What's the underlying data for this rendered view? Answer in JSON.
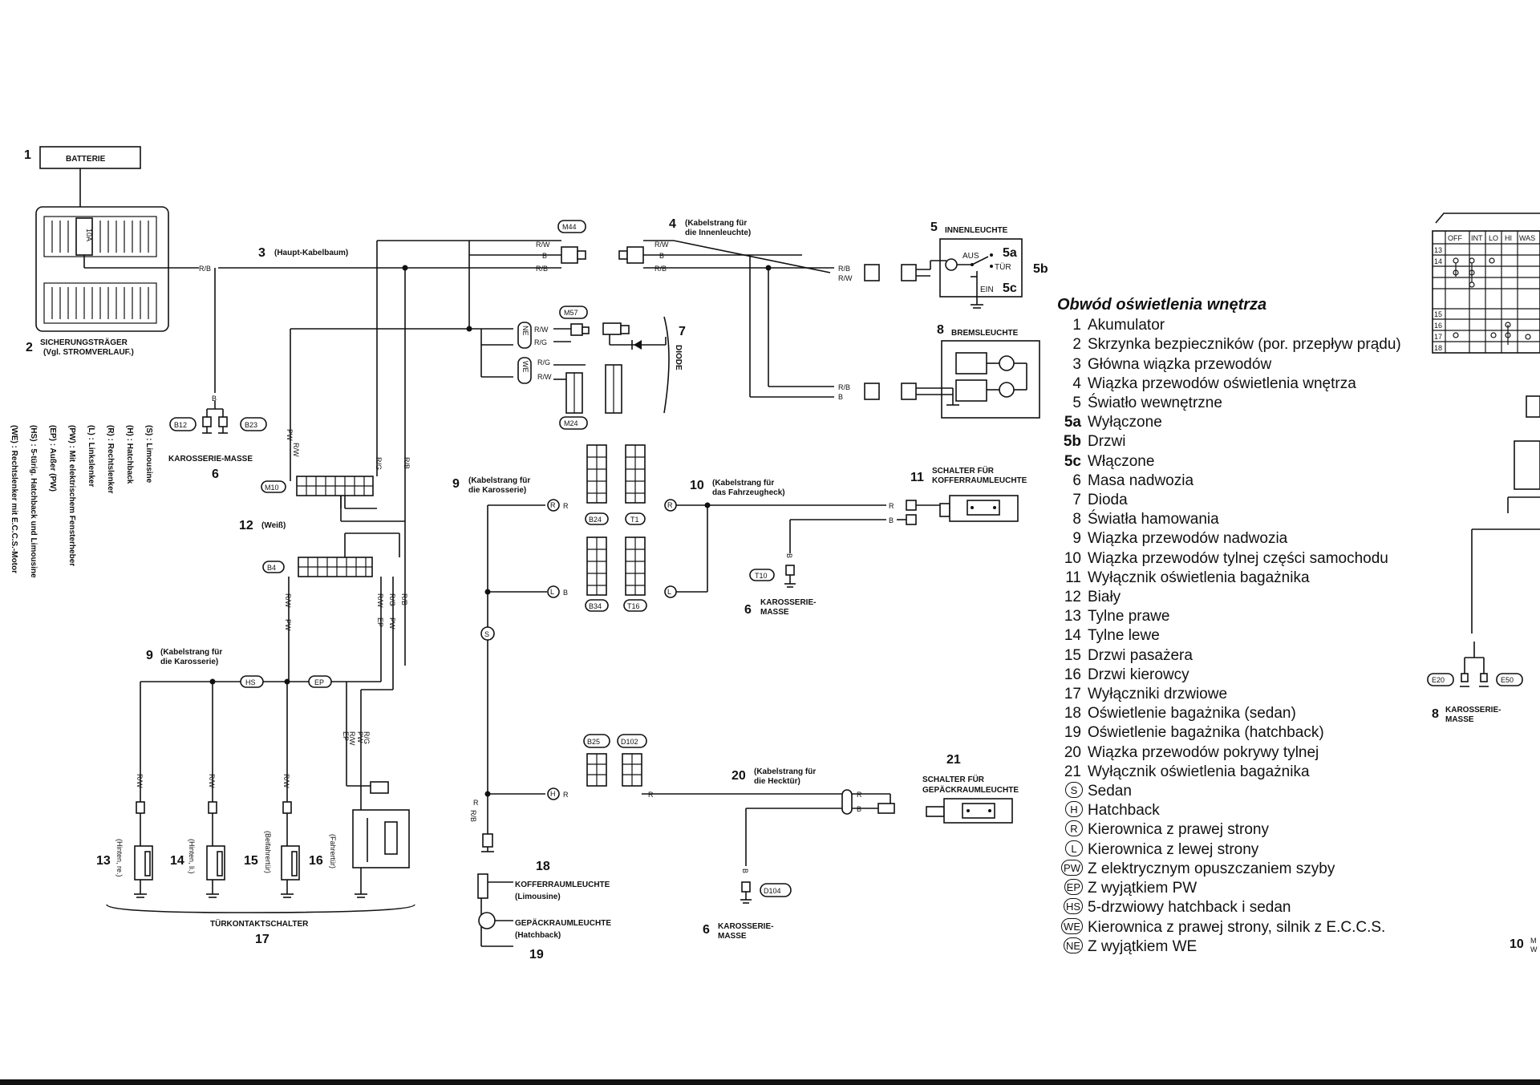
{
  "components": {
    "n1": "1",
    "battery": "BATTERIE",
    "n2": "2",
    "fuse_box_1": "SICHERUNGSTRÄGER",
    "fuse_box_2": "(Vgl. STROMVERLAUF.)",
    "fuse": "10A",
    "n3": "3",
    "main_harness": "(Haupt-Kabelbaum)",
    "n4": "4",
    "interior_harness_1": "(Kabelstrang für",
    "interior_harness_2": "die Innenleuchte)",
    "n5": "5",
    "interior_light": "INNENLEUCHTE",
    "n5a": "5a",
    "n5b": "5b",
    "n5c": "5c",
    "aus": "AUS",
    "tur": "TÜR",
    "ein": "EIN",
    "n6": "6",
    "body_ground": "KAROSSERIE-MASSE",
    "body_ground_1": "KAROSSERIE-",
    "body_ground_2": "MASSE",
    "n7": "7",
    "diode": "DIODE",
    "n8": "8",
    "brake_light": "BREMSLEUCHTE",
    "n9": "9",
    "body_harness_1": "(Kabelstrang für",
    "body_harness_2": "die Karosserie)",
    "n10": "10",
    "rear_harness_1": "(Kabelstrang für",
    "rear_harness_2": "das Fahrzeugheck)",
    "n11": "11",
    "trunk_switch_1": "SCHALTER FÜR",
    "trunk_switch_2": "KOFFERRAUMLEUCHTE",
    "n12": "12",
    "white": "(Weiß)",
    "n13": "13",
    "rear_right": "(Hinten, re.)",
    "n14": "14",
    "rear_left": "(Hinten, li.)",
    "n15": "15",
    "passenger_door": "(Beifahrertür)",
    "n16": "16",
    "driver_door": "(Fahrertür)",
    "n17": "17",
    "door_switch": "TÜRKONTAKTSCHALTER",
    "n18": "18",
    "trunk_light_1": "KOFFERRAUMLEUCHTE",
    "trunk_light_2": "(Limousine)",
    "n19": "19",
    "cargo_light_1": "GEPÄCKRAUMLEUCHTE",
    "cargo_light_2": "(Hatchback)",
    "n20": "20",
    "tailgate_harness_1": "(Kabelstrang für",
    "tailgate_harness_2": "die Hecktür)",
    "n21": "21",
    "cargo_switch_1": "SCHALTER FÜR",
    "cargo_switch_2": "GEPÄCKRAUMLEUCHTE"
  },
  "connectors": {
    "m44": "M44",
    "m57": "M57",
    "m24": "M24",
    "m10": "M10",
    "b4": "B4",
    "b12": "B12",
    "b23": "B23",
    "b24": "B24",
    "t1": "T1",
    "b34": "B34",
    "t16": "T16",
    "t10": "T10",
    "b25": "B25",
    "d102": "D102",
    "d104": "D104",
    "e20": "E20",
    "e50": "E50"
  },
  "wires": {
    "rb": "R/B",
    "rw": "R/W",
    "b": "B",
    "rg": "R/G",
    "r": "R",
    "rw_b": "R/B",
    "rb_w": "R/W",
    "pw": "PW",
    "ep": "EP",
    "hs": "HS",
    "ne": "NE",
    "we": "WE",
    "s": "S",
    "l": "L",
    "h": "H"
  },
  "sidebar": [
    "(S) : Limousine",
    "(H) : Hatchback",
    "(R) : Rechtslenker",
    "(L) : Linkslenker",
    "(PW) : Mit elektrischem Fensterheber",
    "(EP) : Außer (PW)",
    "(HS) : 5-türig. Hatchback und Limousine",
    "(WE) : Rechtslenker mit E.C.C.S.-Motor"
  ],
  "right_table": {
    "headers": [
      "OFF",
      "INT",
      "LO",
      "HI",
      "WAS"
    ],
    "rows": [
      "13",
      "14",
      "",
      "",
      "15",
      "16",
      "17",
      "18"
    ]
  },
  "right_partial": {
    "karosserie": "KAROSSERIE-",
    "masse": "MASSE",
    "n8": "8",
    "n10": "10",
    "m_frag": "M",
    "w_frag": "W"
  },
  "legend": {
    "title": "Obwód oświetlenia wnętrza",
    "items": [
      {
        "k": "1",
        "t": "Akumulator"
      },
      {
        "k": "2",
        "t": "Skrzynka bezpieczników (por. przepływ prądu)"
      },
      {
        "k": "3",
        "t": "Główna wiązka przewodów"
      },
      {
        "k": "4",
        "t": "Wiązka przewodów oświetlenia wnętrza"
      },
      {
        "k": "5",
        "t": "Światło wewnętrzne"
      },
      {
        "k": "5a",
        "t": "Wyłączone"
      },
      {
        "k": "5b",
        "t": "Drzwi"
      },
      {
        "k": "5c",
        "t": "Włączone"
      },
      {
        "k": "6",
        "t": "Masa nadwozia"
      },
      {
        "k": "7",
        "t": "Dioda"
      },
      {
        "k": "8",
        "t": "Światła hamowania"
      },
      {
        "k": "9",
        "t": "Wiązka przewodów nadwozia"
      },
      {
        "k": "10",
        "t": "Wiązka przewodów tylnej części samochodu"
      },
      {
        "k": "11",
        "t": "Wyłącznik oświetlenia bagażnika"
      },
      {
        "k": "12",
        "t": "Biały"
      },
      {
        "k": "13",
        "t": "Tylne prawe"
      },
      {
        "k": "14",
        "t": "Tylne lewe"
      },
      {
        "k": "15",
        "t": "Drzwi pasażera"
      },
      {
        "k": "16",
        "t": "Drzwi kierowcy"
      },
      {
        "k": "17",
        "t": "Wyłączniki drzwiowe"
      },
      {
        "k": "18",
        "t": "Oświetlenie bagażnika (sedan)"
      },
      {
        "k": "19",
        "t": "Oświetlenie bagażnika (hatchback)"
      },
      {
        "k": "20",
        "t": "Wiązka przewodów pokrywy tylnej"
      },
      {
        "k": "21",
        "t": "Wyłącznik oświetlenia bagażnika"
      }
    ],
    "codes": [
      {
        "k": "S",
        "t": "Sedan"
      },
      {
        "k": "H",
        "t": "Hatchback"
      },
      {
        "k": "R",
        "t": "Kierownica z prawej strony"
      },
      {
        "k": "L",
        "t": "Kierownica z lewej strony"
      },
      {
        "k": "PW",
        "t": "Z elektrycznym opuszczaniem szyby"
      },
      {
        "k": "EP",
        "t": "Z wyjątkiem PW"
      },
      {
        "k": "HS",
        "t": "5-drzwiowy hatchback i sedan"
      },
      {
        "k": "WE",
        "t": "Kierownica z prawej strony, silnik z E.C.C.S."
      },
      {
        "k": "NE",
        "t": "Z wyjątkiem WE"
      }
    ]
  }
}
